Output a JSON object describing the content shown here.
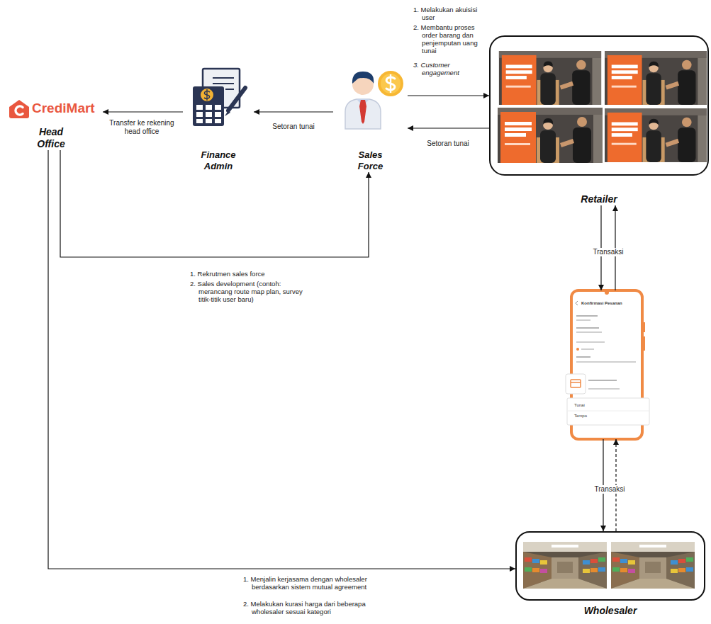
{
  "diagram": {
    "nodes": [
      {
        "text": [
          "CrediMart",
          "Head Office"
        ]
      },
      {
        "text": [
          "Finance Admin"
        ]
      },
      {
        "text": [
          "Sales Force"
        ]
      },
      {
        "text": [
          "Retailer"
        ]
      },
      {
        "text": [
          "Konfirmasi Pesanan",
          "Tunai",
          "Tempo"
        ]
      },
      {
        "text": [
          "Wholesaler"
        ]
      }
    ],
    "edges": [
      {
        "from": 2,
        "to": 3,
        "arrow": "to"
      },
      {
        "from": 3,
        "to": 2,
        "label": "Setoran tunai",
        "arrow": "to"
      },
      {
        "from": 2,
        "to": 1,
        "label": "Setoran tunai",
        "arrow": "to"
      },
      {
        "from": 1,
        "to": 0,
        "label": "Transfer ke rekening head office",
        "arrow": "to"
      },
      {
        "from": 0,
        "to": 2,
        "arrow": "to"
      },
      {
        "from": 0,
        "to": 5,
        "arrow": "to"
      },
      {
        "from": 3,
        "to": 4,
        "label": "Transaksi",
        "arrow": "to"
      },
      {
        "from": 4,
        "to": 3,
        "arrow": "to"
      },
      {
        "from": 4,
        "to": 5,
        "label": "Transaksi",
        "arrow": "to"
      },
      {
        "from": 5,
        "to": 4,
        "arrow": "to"
      }
    ],
    "labels": [
      "1. Melakukan akuisisi user",
      "2. Membantu proses order barang dan penjemputan uang tunai",
      "3. Customer engagement",
      "1. Rekrutmen sales force",
      "2. Sales development (contoh: merancang route map plan, survey titik-titik user baru)",
      "1. Menjalin kerjasama dengan wholesaler berdasarkan sistem mutual agreement",
      "2. Melakukan kurasi harga dari beberapa wholesaler sesuai kategori"
    ]
  }
}
